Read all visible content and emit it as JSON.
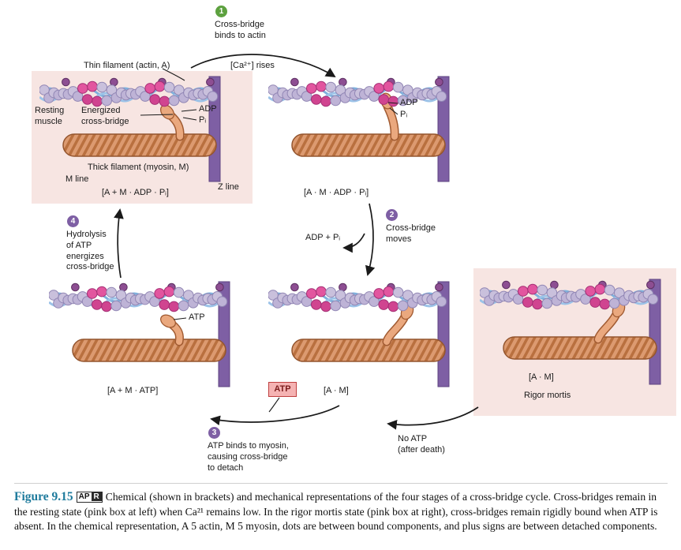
{
  "steps": {
    "s1": {
      "num": "1",
      "label": "Cross-bridge\nbinds to actin"
    },
    "s2": {
      "num": "2",
      "label": "Cross-bridge\nmoves"
    },
    "s3": {
      "num": "3",
      "label": "ATP binds to myosin,\ncausing cross-bridge\nto detach"
    },
    "s4": {
      "num": "4",
      "label": "Hydrolysis\nof ATP\nenergizes\ncross-bridge"
    }
  },
  "labels": {
    "thin_filament": "Thin filament (actin, A)",
    "ca_rises": "[Ca²⁺] rises",
    "resting_muscle": "Resting\nmuscle",
    "energized": "Energized\ncross-bridge",
    "adp": "ADP",
    "pi": "Pᵢ",
    "thick_filament": "Thick filament (myosin, M)",
    "m_line": "M line",
    "z_line": "Z line",
    "adp_pi_release": "ADP + Pᵢ",
    "atp": "ATP",
    "no_atp": "No ATP\n(after death)",
    "rigor": "Rigor mortis"
  },
  "formulas": {
    "resting": "[A + M · ADP · Pᵢ]",
    "bound": "[A · M · ADP · Pᵢ]",
    "moved": "[A · M]",
    "atp_bound": "[A + M · ATP]",
    "rigor": "[A · M]"
  },
  "caption": {
    "figure_label": "Figure 9.15",
    "badge_ap": "AP",
    "badge_r": "R",
    "text": "Chemical (shown in brackets) and mechanical representations of the four stages of a cross-bridge cycle. Cross-bridges remain in the resting state (pink box at left) when Ca²¹ remains low. In the rigor mortis state (pink box at right), cross-bridges remain rigidly bound when ATP is absent. In the chemical representation, A 5 actin, M 5 myosin, dots are between bound components, and plus signs are between detached components."
  },
  "colors": {
    "pink_box": "#f7e5e2",
    "z_line": "#7e5fa4",
    "step_green": "#5da13f",
    "step_purple": "#7e5fa4",
    "figure_label": "#1d7a9c",
    "atp_box_border": "#bf4040",
    "atp_box_fill": "#f5b3b3"
  }
}
